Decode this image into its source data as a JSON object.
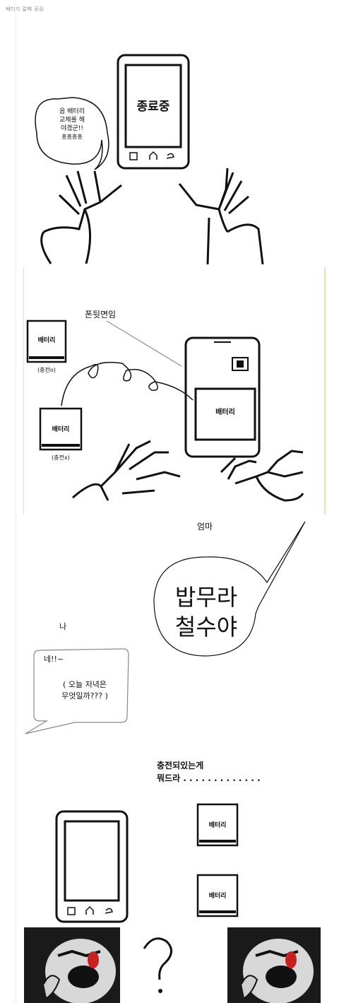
{
  "header": {
    "caption": "배터리 갈때 공감"
  },
  "panel1": {
    "phone_screen_text": "종료중",
    "thought_bubble": [
      "음 배터리",
      "교체를 해",
      "야겠군!!",
      "흥흥흥흥"
    ]
  },
  "panel2": {
    "annotation": "폰뒷면임",
    "battery_label": "배터리",
    "battery_charged_note": "(충전o)",
    "battery_uncharged_note": "(충전x)"
  },
  "panel3": {
    "mom_label": "엄마",
    "mom_speech": [
      "밥무라",
      "철수야"
    ],
    "me_label": "나",
    "me_speech_line1": "네!!~",
    "me_speech_line2": "( 오늘 저녁은",
    "me_speech_line3": "무엇일까??? )"
  },
  "panel4": {
    "caption_line1": "충전되있는게",
    "caption_line2": "뭐드라 . . . . . . . . . . . . .",
    "battery_label": "배터리"
  },
  "panel5": {
    "question_mark": "?"
  },
  "colors": {
    "ink": "#111111",
    "panel_border": "#f0e0b0",
    "rage_face": "#c82020"
  }
}
